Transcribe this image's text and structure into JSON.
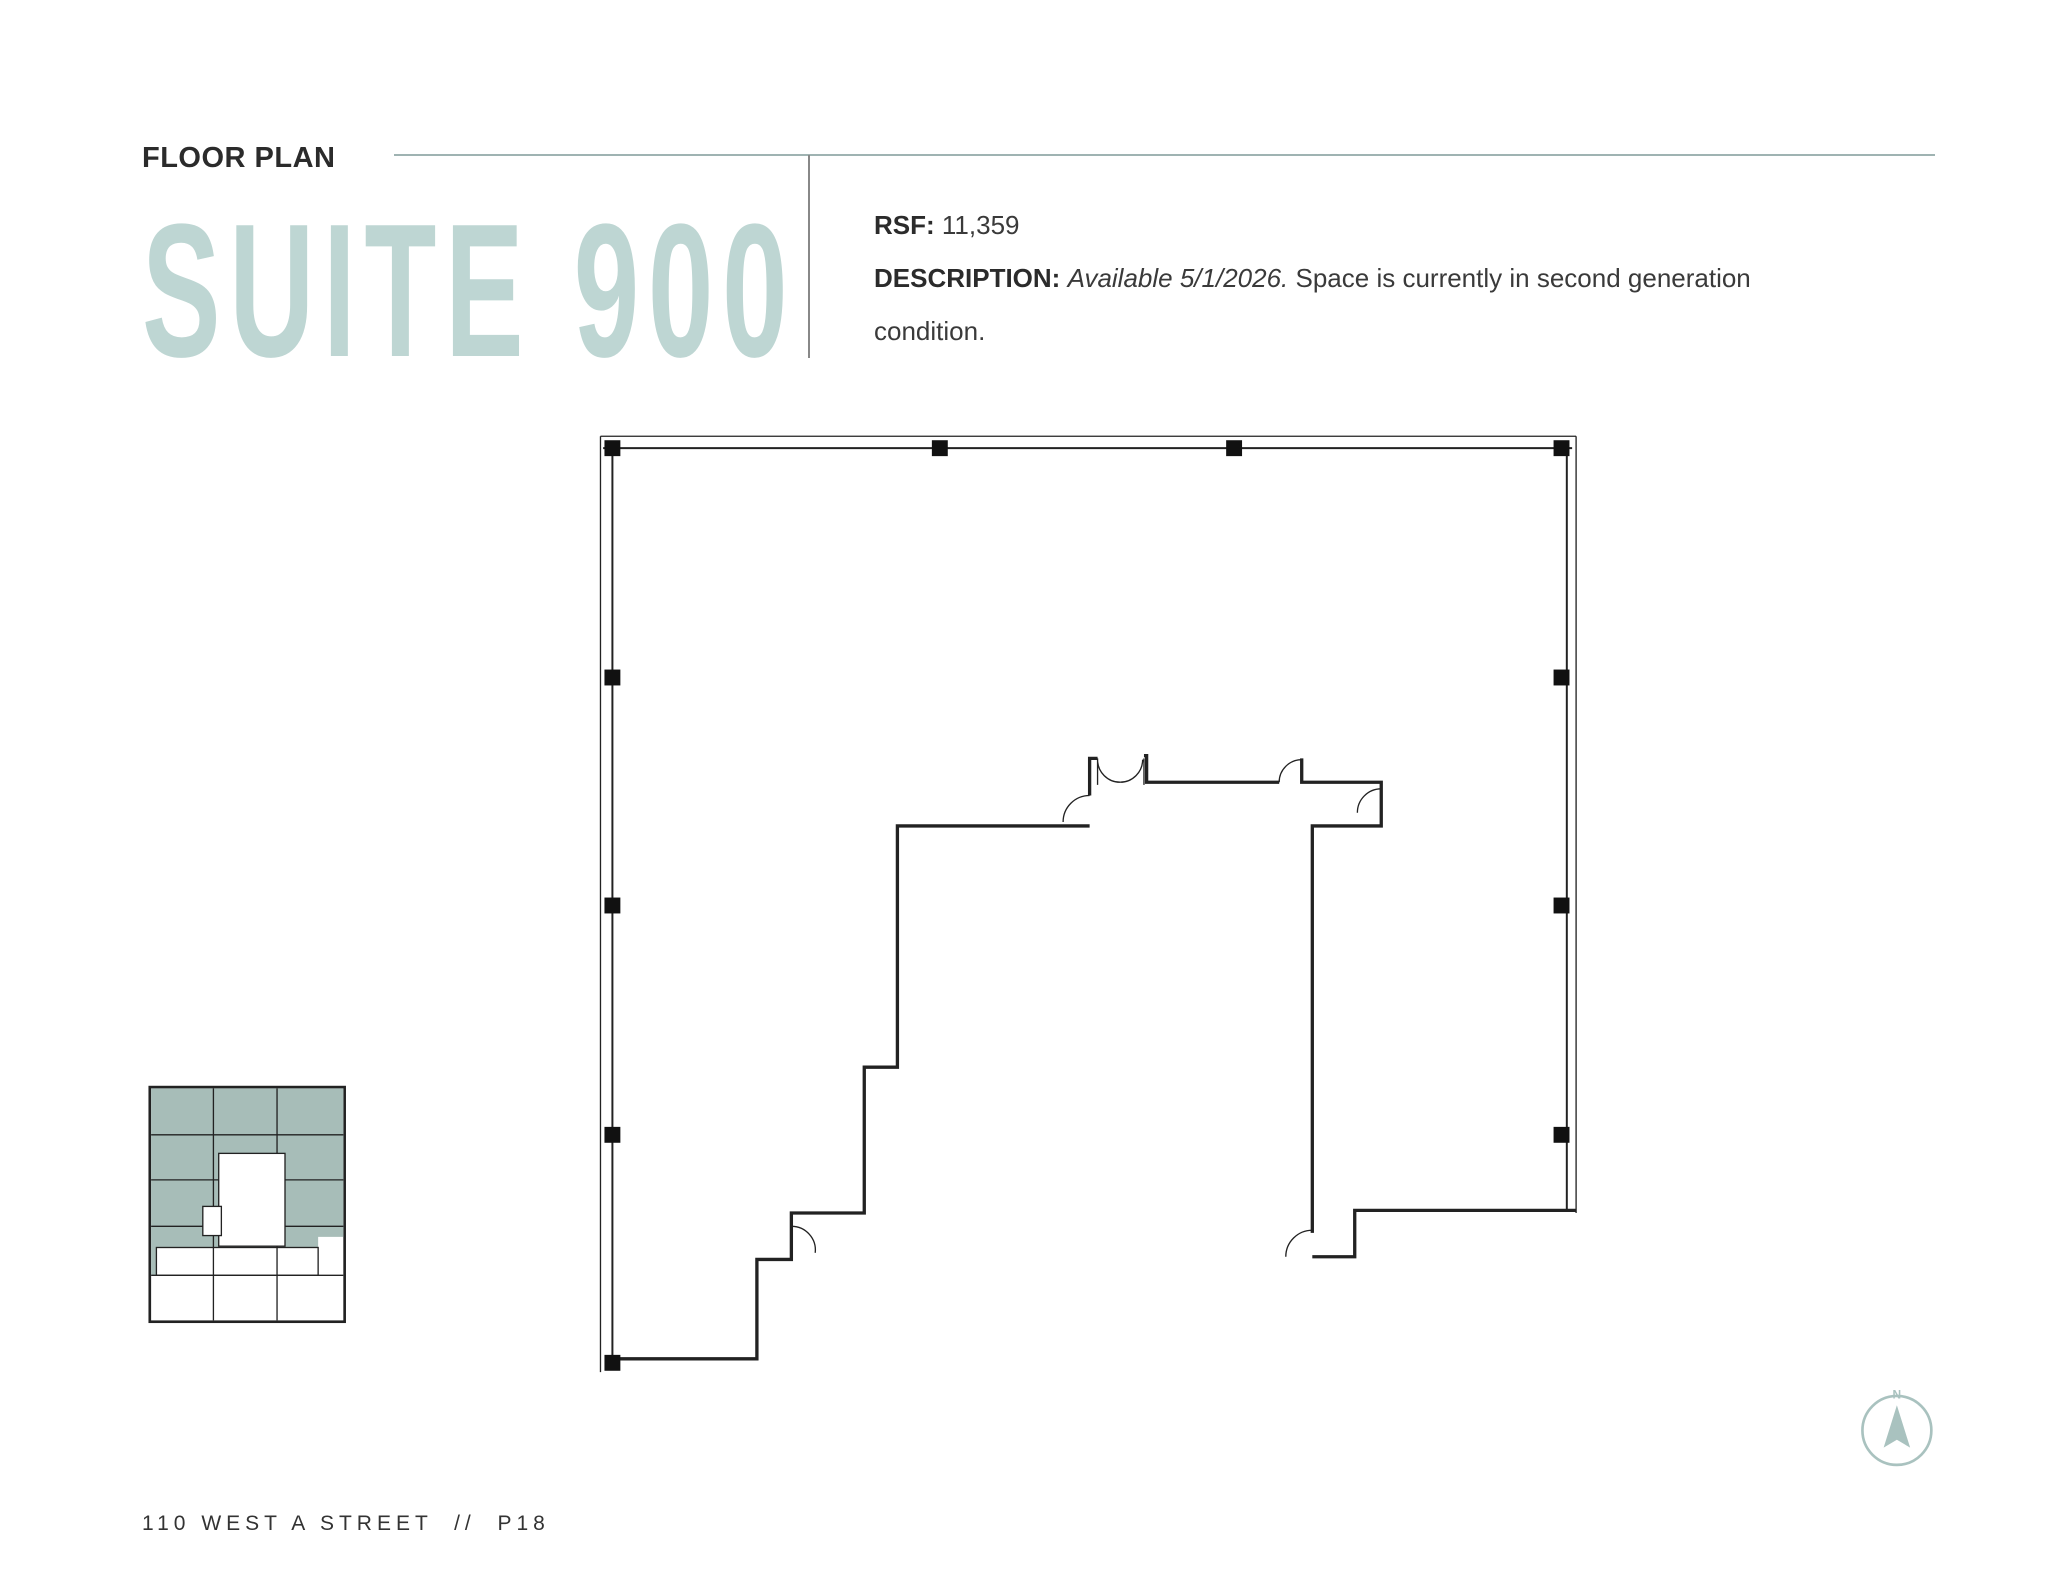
{
  "header": {
    "eyebrow": "FLOOR PLAN",
    "title": "SUITE 900",
    "rsf_label": "RSF:",
    "rsf_value": "11,359",
    "description_label": "DESCRIPTION:",
    "description_italic": "Available 5/1/2026.",
    "description_text": " Space is currently in second generation",
    "description_text_2": "condition."
  },
  "footer": {
    "address": "110 WEST A STREET",
    "separator": "//",
    "page": "P18"
  },
  "compass": {
    "label": "N",
    "icon": "north-arrow-icon"
  },
  "colors": {
    "accent": "#bed6d3",
    "keyplan_fill": "#a7bdb8",
    "compass": "#a9c2bf"
  }
}
